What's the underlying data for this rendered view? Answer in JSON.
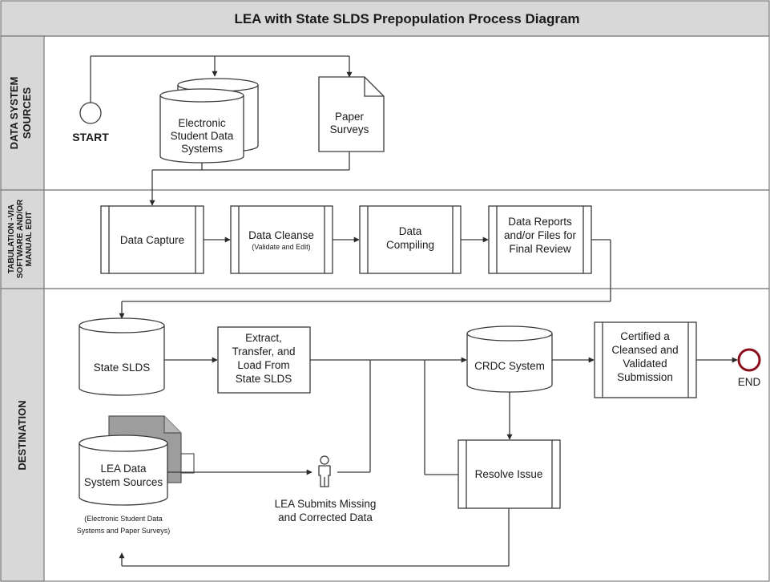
{
  "title": "LEA with State SLDS Prepopulation Process Diagram",
  "lanes": {
    "sources": [
      "DATA SYSTEM",
      "SOURCES"
    ],
    "tabulation": [
      "TABULATION -VIA",
      "SOFTWARE AND/OR",
      "MANUAL EDIT"
    ],
    "destination": "DESTINATION"
  },
  "nodes": {
    "start": "START",
    "electronic": [
      "Electronic",
      "Student Data",
      "Systems"
    ],
    "paper": [
      "Paper",
      "Surveys"
    ],
    "capture": "Data Capture",
    "cleanse": "Data Cleanse",
    "cleanse_sub": "(Validate and Edit)",
    "compiling": [
      "Data",
      "Compiling"
    ],
    "reports": [
      "Data Reports",
      "and/or Files for",
      "Final Review"
    ],
    "state_slds": "State SLDS",
    "etl": [
      "Extract,",
      "Transfer, and",
      "Load From",
      "State SLDS"
    ],
    "crdc": "CRDC System",
    "certified": [
      "Certified a",
      "Cleansed and",
      "Validated",
      "Submission"
    ],
    "end": "END",
    "lea_sources": [
      "LEA Data",
      "System Sources"
    ],
    "lea_sources_note": [
      "(Electronic Student Data",
      "Systems and Paper Surveys)"
    ],
    "lea_submits": [
      "LEA Submits Missing",
      "and Corrected Data"
    ],
    "resolve": "Resolve Issue"
  }
}
